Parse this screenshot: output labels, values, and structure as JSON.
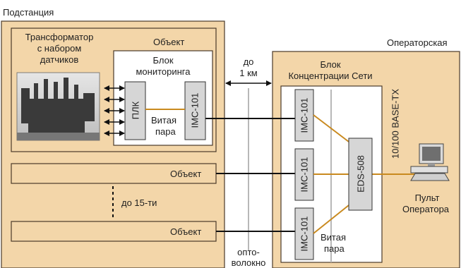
{
  "labels": {
    "substation": "Подстанция",
    "operator_room": "Операторская",
    "transformer_l1": "Трансформатор",
    "transformer_l2": "с набором",
    "transformer_l3": "датчиков",
    "object_main": "Объект",
    "monitoring_l1": "Блок",
    "monitoring_l2": "мониторинга",
    "plc": "ПЛК",
    "imc_main": "IMC-101",
    "twisted_l1": "Витая",
    "twisted_l2": "пара",
    "distance_l1": "до",
    "distance_l2": "1 км",
    "concentration_l1": "Блок",
    "concentration_l2": "Концентрации Сети",
    "ethernet": "10/100 BASE-TX",
    "object_row2": "Объект",
    "object_row3": "Объект",
    "up_to_15": "до 15-ти",
    "imc_1": "IMC-101",
    "imc_2": "IMC-101",
    "imc_3": "IMC-101",
    "eds": "EDS-508",
    "twisted2_l1": "Витая",
    "twisted2_l2": "пара",
    "console_l1": "Пульт",
    "console_l2": "Оператора",
    "fiber_l1": "опто-",
    "fiber_l2": "волокно"
  },
  "colors": {
    "panel_fill": "#f3d6a9",
    "border": "#4a3a2a",
    "orange_link": "#c98a1f",
    "fiber_gray": "#b8b8b8",
    "block_gray": "#d6d6d6",
    "black_link": "#111111"
  }
}
